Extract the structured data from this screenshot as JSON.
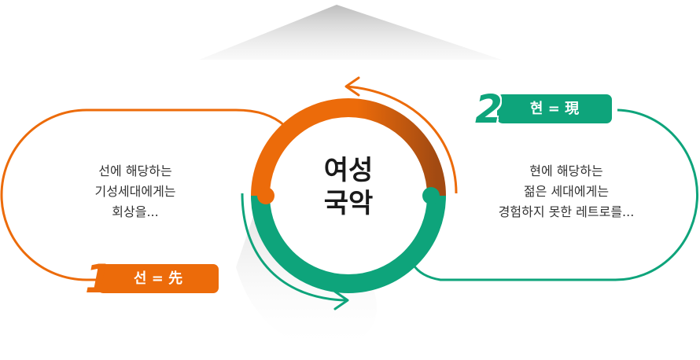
{
  "colors": {
    "orange": "#ec6b0a",
    "green": "#0ea47b",
    "dark_orange": "#b4510c"
  },
  "center": {
    "line1": "여성",
    "line2": "국악"
  },
  "left_block": {
    "number": "1",
    "badge": "선 = 先",
    "lines": [
      "선에 해당하는",
      "기성세대에게는",
      "회상을..."
    ]
  },
  "right_block": {
    "number": "2",
    "badge": "현 = 現",
    "lines": [
      "현에 해당하는",
      "젊은 세대에게는",
      "경험하지 못한 레트로를..."
    ]
  }
}
